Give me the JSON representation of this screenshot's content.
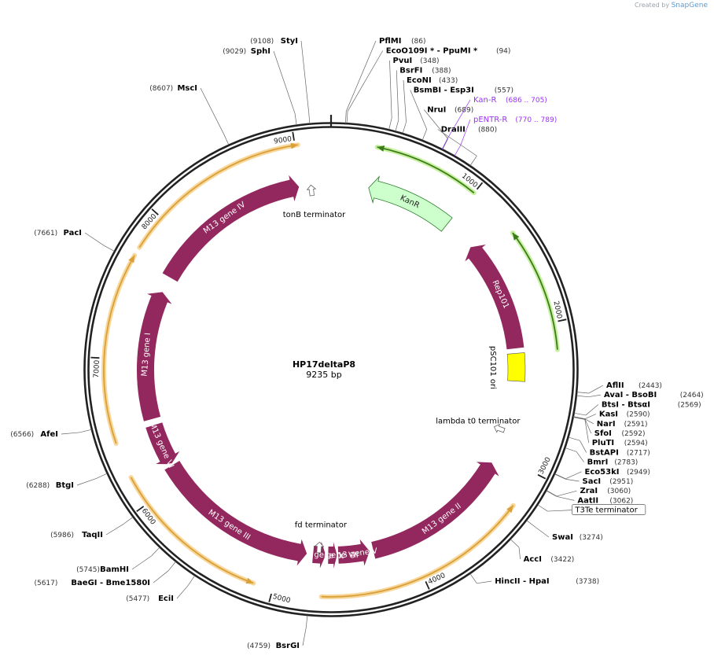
{
  "brand": {
    "created_by": "Created by",
    "logo_text": "SnapGene"
  },
  "plasmid": {
    "name": "HP17deltaP8",
    "size_label": "9235 bp",
    "length": 9235
  },
  "colors": {
    "backbone": "#222222",
    "feature_magenta": "#93285f",
    "kanr_fill": "#ccffcc",
    "ori_fill": "#ffff00",
    "primer": "#9b30ff",
    "orange_arrow": "#d9a03a",
    "orange_glow": "#f8d79a",
    "green_arrow": "#3a7d1a",
    "green_glow": "#c8f0a0",
    "label": "#000000",
    "number": "#333333"
  },
  "ticks": [
    {
      "bp": 1000,
      "label": "1000"
    },
    {
      "bp": 2000,
      "label": "2000"
    },
    {
      "bp": 3000,
      "label": "3000"
    },
    {
      "bp": 4000,
      "label": "4000"
    },
    {
      "bp": 5000,
      "label": "5000"
    },
    {
      "bp": 6000,
      "label": "6000"
    },
    {
      "bp": 7000,
      "label": "7000"
    },
    {
      "bp": 8000,
      "label": "8000"
    },
    {
      "bp": 9000,
      "label": "9000"
    }
  ],
  "features": [
    {
      "name": "KanR",
      "start": 300,
      "end": 990,
      "dir": "ccw",
      "type": "kanr",
      "label": "KanR"
    },
    {
      "name": "Rep101",
      "start": 1250,
      "end": 2140,
      "dir": "ccw",
      "type": "magenta",
      "label": "Rep101"
    },
    {
      "name": "pSC101 ori",
      "start": 2180,
      "end": 2400,
      "type": "ori",
      "label": "pSC101 ori"
    },
    {
      "name": "lambda t0 terminator",
      "start": 2760,
      "end": 2850,
      "dir": "ccw",
      "type": "term",
      "label": "lambda t0 terminator"
    },
    {
      "name": "M13 gene II",
      "start": 3080,
      "end": 4280,
      "dir": "ccw",
      "type": "magenta",
      "label": "M13 gene II"
    },
    {
      "name": "M13 gene V",
      "start": 4310,
      "end": 4560,
      "dir": "ccw",
      "type": "magenta",
      "label": "M13 gene V"
    },
    {
      "name": "M13 gene VII",
      "start": 4570,
      "end": 4640,
      "dir": "ccw",
      "type": "magenta",
      "label": "M13 gene VII"
    },
    {
      "name": "M13 gene IX",
      "start": 4660,
      "end": 4760,
      "dir": "ccw",
      "type": "magenta",
      "label": "M13 gene IX"
    },
    {
      "name": "fd terminator",
      "start": 4680,
      "end": 4750,
      "dir": "ccw",
      "type": "term",
      "label": "fd terminator"
    },
    {
      "name": "M13 gene III",
      "start": 4810,
      "end": 6130,
      "dir": "ccw",
      "type": "magenta",
      "label": "M13 gene III"
    },
    {
      "name": "M13 gene VI",
      "start": 6140,
      "end": 6480,
      "dir": "ccw",
      "type": "magenta",
      "label": "M13 gene VI"
    },
    {
      "name": "M13 gene I",
      "start": 6530,
      "end": 7560,
      "dir": "cw",
      "type": "magenta",
      "label": "M13 gene I"
    },
    {
      "name": "M13 gene IV",
      "start": 7690,
      "end": 8980,
      "dir": "cw",
      "type": "magenta",
      "label": "M13 gene IV"
    },
    {
      "name": "tonB terminator",
      "start": 9030,
      "end": 9120,
      "dir": "cw",
      "type": "term",
      "label": "tonB terminator"
    }
  ],
  "outer_arrows": [
    {
      "start": 300,
      "end": 1000,
      "dir": "ccw",
      "type": "green"
    },
    {
      "start": 1360,
      "end": 2180,
      "dir": "ccw",
      "type": "green"
    },
    {
      "start": 3250,
      "end": 4680,
      "dir": "ccw",
      "type": "orange"
    },
    {
      "start": 5130,
      "end": 6200,
      "dir": "ccw",
      "type": "orange"
    },
    {
      "start": 6440,
      "end": 7700,
      "dir": "cw",
      "type": "orange"
    },
    {
      "start": 7760,
      "end": 9020,
      "dir": "cw",
      "type": "orange"
    }
  ],
  "sites": [
    {
      "bp": 9108,
      "name": "StyI",
      "num": "(9108)",
      "side": "left"
    },
    {
      "bp": 9029,
      "name": "SphI",
      "num": "(9029)",
      "side": "left"
    },
    {
      "bp": 86,
      "name": "PflMI",
      "num": "(86)",
      "side": "right"
    },
    {
      "bp": 94,
      "name": "EcoO109I *  - PpuMI *",
      "num": "(94)",
      "side": "right"
    },
    {
      "bp": 348,
      "name": "PvuI",
      "num": "(348)",
      "side": "right"
    },
    {
      "bp": 388,
      "name": "BsrFI",
      "num": "(388)",
      "side": "right"
    },
    {
      "bp": 433,
      "name": "EcoNI",
      "num": "(433)",
      "side": "right"
    },
    {
      "bp": 557,
      "name": "BsmBI   - Esp3I",
      "num": "(557)",
      "side": "right"
    },
    {
      "bp": 686,
      "name": "Kan-R",
      "num": "(686 .. 705)",
      "side": "right",
      "primer": true
    },
    {
      "bp": 689,
      "name": "NruI",
      "num": "(689)",
      "side": "right"
    },
    {
      "bp": 770,
      "name": "pENTR-R",
      "num": "(770 .. 789)",
      "side": "right",
      "primer": true
    },
    {
      "bp": 880,
      "name": "DraIII",
      "num": "(880)",
      "side": "right"
    },
    {
      "bp": 2443,
      "name": "AflII",
      "num": "(2443)",
      "side": "right"
    },
    {
      "bp": 2464,
      "name": "AvaI   - BsoBI",
      "num": "(2464)",
      "side": "right"
    },
    {
      "bp": 2569,
      "name": "BtsI   - BtsαI",
      "num": "(2569)",
      "side": "right"
    },
    {
      "bp": 2590,
      "name": "KasI",
      "num": "(2590)",
      "side": "right"
    },
    {
      "bp": 2591,
      "name": "NarI",
      "num": "(2591)",
      "side": "right"
    },
    {
      "bp": 2592,
      "name": "SfoI",
      "num": "(2592)",
      "side": "right"
    },
    {
      "bp": 2594,
      "name": "PluTI",
      "num": "(2594)",
      "side": "right"
    },
    {
      "bp": 2717,
      "name": "BstAPI",
      "num": "(2717)",
      "side": "right"
    },
    {
      "bp": 2783,
      "name": "BmrI",
      "num": "(2783)",
      "side": "right"
    },
    {
      "bp": 2949,
      "name": "Eco53kI",
      "num": "(2949)",
      "side": "right"
    },
    {
      "bp": 2951,
      "name": "SacI",
      "num": "(2951)",
      "side": "right"
    },
    {
      "bp": 3060,
      "name": "ZraI",
      "num": "(3060)",
      "side": "right"
    },
    {
      "bp": 3062,
      "name": "AatII",
      "num": "(3062)",
      "side": "right"
    },
    {
      "bp": 3160,
      "name": "T3Te terminator",
      "num": "",
      "side": "right",
      "boxed": true
    },
    {
      "bp": 3274,
      "name": "SwaI",
      "num": "(3274)",
      "side": "right"
    },
    {
      "bp": 3422,
      "name": "AccI",
      "num": "(3422)",
      "side": "right"
    },
    {
      "bp": 3738,
      "name": "HincII   - HpaI",
      "num": "(3738)",
      "side": "right"
    },
    {
      "bp": 4759,
      "name": "BsrGI",
      "num": "(4759)",
      "side": "left"
    },
    {
      "bp": 5477,
      "name": "EciI",
      "num": "(5477)",
      "side": "left"
    },
    {
      "bp": 5617,
      "name": "BaeGI   - Bme1580I",
      "num": "(5617)",
      "side": "left"
    },
    {
      "bp": 5745,
      "name": "BamHI",
      "num": "(5745)",
      "side": "left"
    },
    {
      "bp": 5986,
      "name": "TaqII",
      "num": "(5986)",
      "side": "left"
    },
    {
      "bp": 6288,
      "name": "BtgI",
      "num": "(6288)",
      "side": "left"
    },
    {
      "bp": 6566,
      "name": "AfeI",
      "num": "(6566)",
      "side": "left"
    },
    {
      "bp": 7661,
      "name": "PacI",
      "num": "(7661)",
      "side": "left"
    },
    {
      "bp": 8607,
      "name": "MscI",
      "num": "(8607)",
      "side": "left"
    }
  ]
}
